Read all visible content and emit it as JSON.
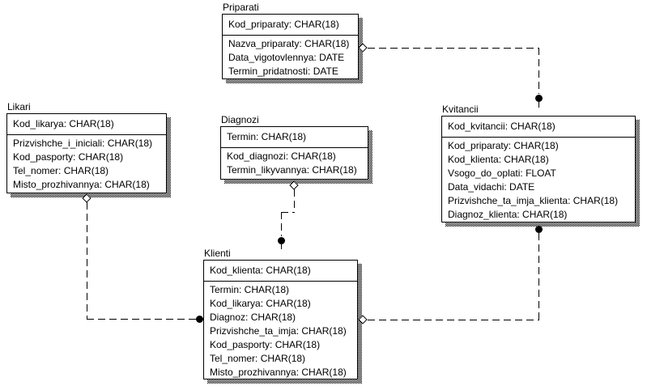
{
  "diagram": {
    "colors": {
      "line": "#000000",
      "text": "#000000",
      "entity_fill": "#ffffff",
      "page_background": "#ffffff",
      "shadow_pattern": "black-white-checker-dither"
    },
    "entities": [
      {
        "name": "Priparati",
        "primary_key": "Kod_priparaty: CHAR(18)",
        "fields": [
          "Nazva_priparaty: CHAR(18)",
          "Data_vigotovlennya: DATE",
          "Termin_pridatnosti: DATE"
        ]
      },
      {
        "name": "Likari",
        "primary_key": "Kod_likarya: CHAR(18)",
        "fields": [
          "Prizvishche_i_iniciali: CHAR(18)",
          "Kod_pasporty: CHAR(18)",
          "Tel_nomer: CHAR(18)",
          "Misto_prozhivannya: CHAR(18)"
        ]
      },
      {
        "name": "Diagnozi",
        "primary_key": "Termin: CHAR(18)",
        "fields": [
          "Kod_diagnozi: CHAR(18)",
          "Termin_likyvannya: CHAR(18)"
        ]
      },
      {
        "name": "Kvitancii",
        "primary_key": "Kod_kvitancii: CHAR(18)",
        "fields": [
          "Kod_priparaty: CHAR(18)",
          "Kod_klienta: CHAR(18)",
          "Vsogo_do_oplati: FLOAT",
          "Data_vidachi: DATE",
          "Prizvishche_ta_imja_klienta: CHAR(18)",
          "Diagnoz_klienta: CHAR(18)"
        ]
      },
      {
        "name": "Klienti",
        "primary_key": "Kod_klienta: CHAR(18)",
        "fields": [
          "Termin: CHAR(18)",
          "Kod_likarya: CHAR(18)",
          "Diagnoz: CHAR(18)",
          "Prizvishche_ta_imja: CHAR(18)",
          "Kod_pasporty: CHAR(18)",
          "Tel_nomer: CHAR(18)",
          "Misto_prozhivannya: CHAR(18)"
        ]
      }
    ],
    "relationships": [
      {
        "from": "Priparati",
        "to": "Kvitancii",
        "line_style": "dashed",
        "from_marker": "open-diamond",
        "to_marker": "filled-dot"
      },
      {
        "from": "Likari",
        "to": "Klienti",
        "line_style": "dashed",
        "from_marker": "open-diamond",
        "to_marker": "filled-dot"
      },
      {
        "from": "Diagnozi",
        "to": "Klienti",
        "line_style": "dashed",
        "from_marker": "open-diamond",
        "to_marker": "filled-dot"
      },
      {
        "from": "Klienti",
        "to": "Kvitancii",
        "line_style": "dashed",
        "from_marker": "open-diamond",
        "to_marker": "filled-dot"
      }
    ]
  }
}
